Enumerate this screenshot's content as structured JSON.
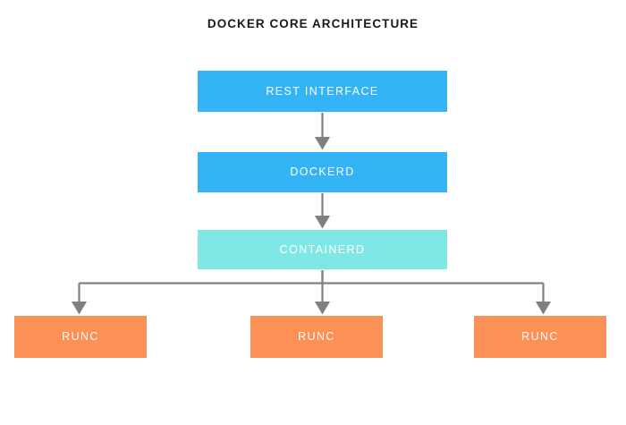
{
  "diagram": {
    "title": "DOCKER CORE ARCHITECTURE",
    "background_color": "#ffffff",
    "title_color": "#1a1a1a",
    "connector_color": "#808080",
    "label_color": "#ffffff",
    "colors": {
      "blue": "#35b4f5",
      "teal": "#80e8e4",
      "orange": "#fb9156"
    },
    "nodes": [
      {
        "id": "rest-interface",
        "label": "REST INTERFACE",
        "color": "#35b4f5"
      },
      {
        "id": "dockerd",
        "label": "DOCKERD",
        "color": "#35b4f5"
      },
      {
        "id": "containerd",
        "label": "CONTAINERD",
        "color": "#80e8e4"
      },
      {
        "id": "runc-1",
        "label": "RUNC",
        "color": "#fb9156"
      },
      {
        "id": "runc-2",
        "label": "RUNC",
        "color": "#fb9156"
      },
      {
        "id": "runc-3",
        "label": "RUNC",
        "color": "#fb9156"
      }
    ],
    "edges": [
      {
        "id": "edge-rest-dockerd",
        "from": "rest-interface",
        "to": "dockerd",
        "style": "arrow-down"
      },
      {
        "id": "edge-dockerd-containerd",
        "from": "dockerd",
        "to": "containerd",
        "style": "arrow-down"
      },
      {
        "id": "edge-containerd-runc1",
        "from": "containerd",
        "to": "runc-1",
        "style": "elbow-arrow-down"
      },
      {
        "id": "edge-containerd-runc2",
        "from": "containerd",
        "to": "runc-2",
        "style": "arrow-down"
      },
      {
        "id": "edge-containerd-runc3",
        "from": "containerd",
        "to": "runc-3",
        "style": "elbow-arrow-down"
      }
    ]
  }
}
